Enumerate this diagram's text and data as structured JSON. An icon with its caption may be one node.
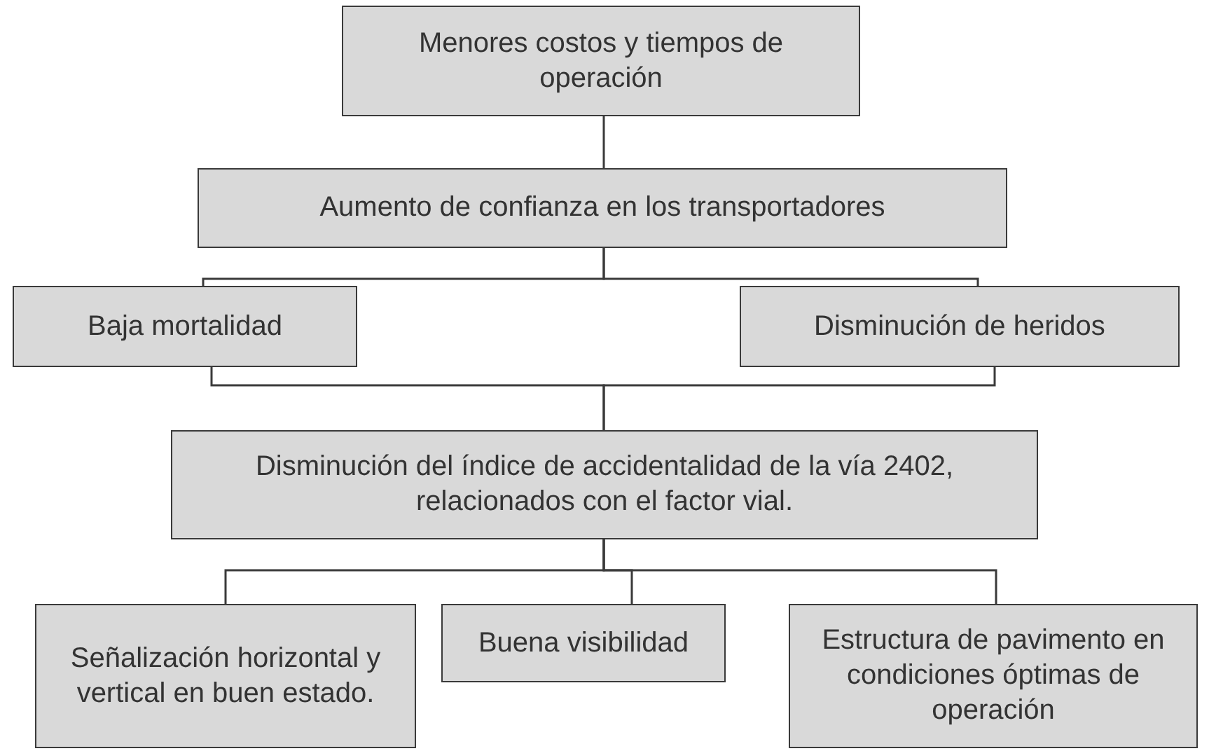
{
  "diagram": {
    "nodes": [
      {
        "text": [
          "Menores costos y tiempos de operación"
        ]
      },
      {
        "text": [
          "Aumento de confianza en los transportadores"
        ]
      },
      {
        "text": [
          "Baja mortalidad"
        ]
      },
      {
        "text": [
          "Disminución de heridos"
        ]
      },
      {
        "text": [
          "Disminución del índice de accidentalidad de la vía 2402, relacionados con el factor vial."
        ]
      },
      {
        "text": [
          "Señalización horizontal y vertical en buen estado."
        ]
      },
      {
        "text": [
          "Buena visibilidad"
        ]
      },
      {
        "text": [
          "Estructura de pavimento en condiciones óptimas de operación"
        ]
      }
    ],
    "edges": [
      {
        "from": 0,
        "to": 1,
        "arrow": "none"
      },
      {
        "from": 1,
        "to": 2,
        "arrow": "none"
      },
      {
        "from": 1,
        "to": 3,
        "arrow": "none"
      },
      {
        "from": 2,
        "to": 4,
        "arrow": "none"
      },
      {
        "from": 3,
        "to": 4,
        "arrow": "none"
      },
      {
        "from": 4,
        "to": 5,
        "arrow": "none"
      },
      {
        "from": 4,
        "to": 6,
        "arrow": "none"
      },
      {
        "from": 4,
        "to": 7,
        "arrow": "none"
      }
    ]
  }
}
